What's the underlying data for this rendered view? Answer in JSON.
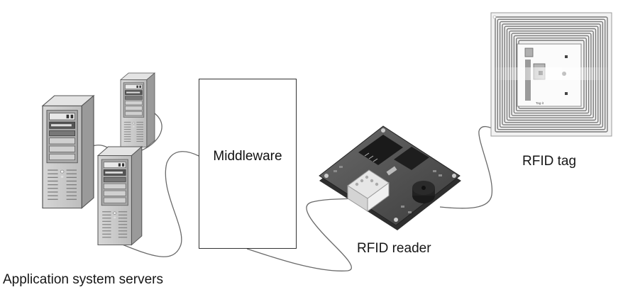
{
  "figure": {
    "type": "RFID system architecture diagram",
    "components": {
      "servers": {
        "label": "Application system servers",
        "count": 3,
        "icon": "server-tower-icon"
      },
      "middleware": {
        "label": "Middleware"
      },
      "reader": {
        "label": "RFID reader",
        "icon": "rfid-reader-board-icon"
      },
      "tag": {
        "label": "RFID tag",
        "icon": "rfid-tag-antenna-icon",
        "chip_text": "Tag-it"
      }
    },
    "connections": [
      {
        "from": "server-large",
        "to": "server-small"
      },
      {
        "from": "server-front",
        "to": "middleware"
      },
      {
        "from": "middleware",
        "to": "reader"
      },
      {
        "from": "reader",
        "to": "tag"
      }
    ]
  },
  "colors": {
    "background": "#ffffff",
    "server_body": "#c8c8c8",
    "server_side": "#9a9a9a",
    "board": "#4a4a4a",
    "antenna": "#8a8a8a",
    "cable": "#6a6a6a",
    "text": "#161616"
  }
}
